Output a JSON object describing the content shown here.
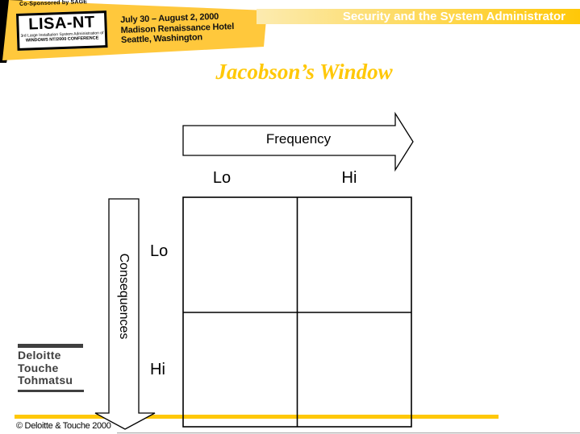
{
  "header": {
    "cosponsor": "Co-Sponsored by SAGE",
    "logo": {
      "name": "LISA-NT",
      "sub1": "3rd Large Installation System Administration of",
      "sub2": "WINDOWS NT/2000 CONFERENCE"
    },
    "event": {
      "dates": "July 30 – August 2, 2000",
      "venue": "Madison Renaissance Hotel",
      "city": "Seattle, Washington"
    },
    "banner_title": "Security and the System Administrator"
  },
  "slide": {
    "title": "Jacobson’s Window"
  },
  "diagram": {
    "x_axis_label": "Frequency",
    "y_axis_label": "Consequences",
    "col_labels": [
      "Lo",
      "Hi"
    ],
    "row_labels": [
      "Lo",
      "Hi"
    ],
    "grid": {
      "rows": 2,
      "cols": 2
    }
  },
  "footer": {
    "logo_lines": [
      "Deloitte",
      "Touche",
      "Tohmatsu"
    ],
    "copyright": "© Deloitte & Touche 2000"
  },
  "colors": {
    "gold": "#FFC808",
    "cream": "#FCEBB0",
    "banner_yellow": "#FFC83C",
    "logo_gray": "#3F3F3F"
  }
}
